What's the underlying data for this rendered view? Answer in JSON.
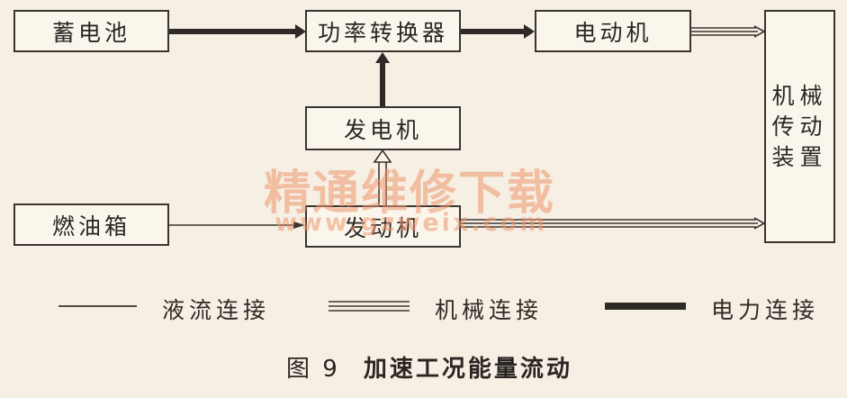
{
  "diagram": {
    "nodes": {
      "battery": "蓄电池",
      "power_converter": "功率转换器",
      "motor": "电动机",
      "generator": "发电机",
      "fuel_tank": "燃油箱",
      "engine": "发动机",
      "mechanical_transmission": [
        "机械",
        "传动",
        "装置"
      ]
    },
    "edges": [
      {
        "from": "battery",
        "to": "power_converter",
        "type": "electrical"
      },
      {
        "from": "power_converter",
        "to": "motor",
        "type": "electrical"
      },
      {
        "from": "generator",
        "to": "power_converter",
        "type": "electrical"
      },
      {
        "from": "motor",
        "to": "mechanical_transmission",
        "type": "mechanical"
      },
      {
        "from": "engine",
        "to": "generator",
        "type": "mechanical"
      },
      {
        "from": "engine",
        "to": "mechanical_transmission",
        "type": "mechanical"
      },
      {
        "from": "fuel_tank",
        "to": "engine",
        "type": "fluid"
      }
    ]
  },
  "legend": {
    "fluid": "液流连接",
    "mechanical": "机械连接",
    "electrical": "电力连接"
  },
  "caption": {
    "number": "图 9",
    "title": "加速工况能量流动"
  },
  "watermark": {
    "cn": "精通维修下载",
    "url": "www.gzweix.com"
  },
  "colors": {
    "background": "#f6efe3",
    "line": "#3a3431",
    "watermark": "#ec966e"
  }
}
